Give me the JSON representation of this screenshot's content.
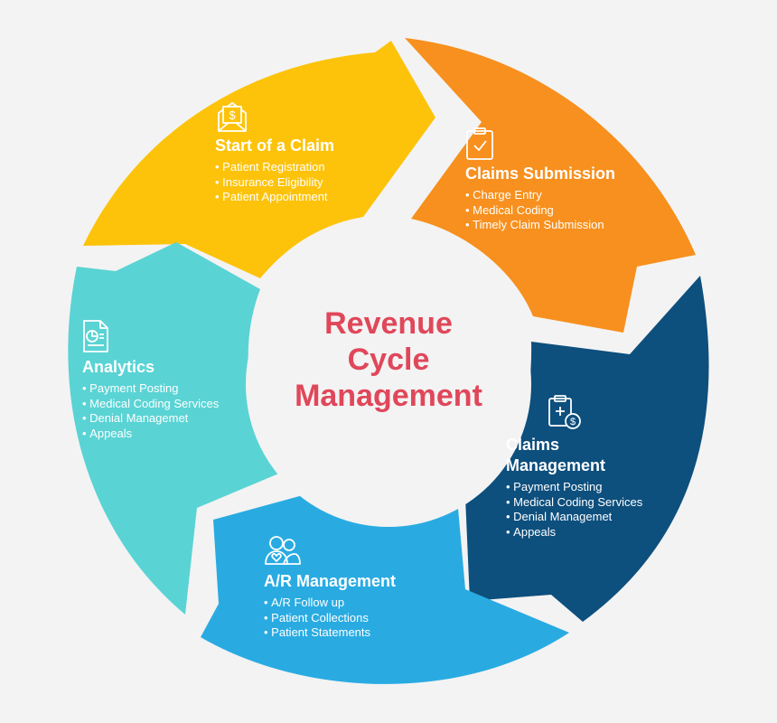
{
  "center": {
    "title_line1": "Revenue",
    "title_line2": "Cycle",
    "title_line3": "Management",
    "color": "#e0475a"
  },
  "segments": [
    {
      "title": "Start of a Claim",
      "icon": "envelope-dollar-icon",
      "color": "#fdc30a",
      "items": [
        "Patient Registration",
        "Insurance Eligibility",
        "Patient Appointment"
      ]
    },
    {
      "title": "Claims Submission",
      "icon": "clipboard-check-icon",
      "color": "#f7901e",
      "items": [
        "Charge Entry",
        "Medical Coding",
        "Timely Claim Submission"
      ]
    },
    {
      "title_line1": "Claims",
      "title_line2": "Management",
      "icon": "clipboard-dollar-icon",
      "color": "#0d4f7d",
      "items": [
        "Payment Posting",
        "Medical Coding Services",
        "Denial Managemet",
        "Appeals"
      ]
    },
    {
      "title": "A/R Management",
      "icon": "people-heart-icon",
      "color": "#29abe2",
      "items": [
        "A/R Follow up",
        "Patient Collections",
        "Patient Statements"
      ]
    },
    {
      "title": "Analytics",
      "icon": "report-chart-icon",
      "color": "#5ad3d4",
      "items": [
        "Payment Posting",
        "Medical Coding Services",
        "Denial Managemet",
        "Appeals"
      ]
    }
  ]
}
